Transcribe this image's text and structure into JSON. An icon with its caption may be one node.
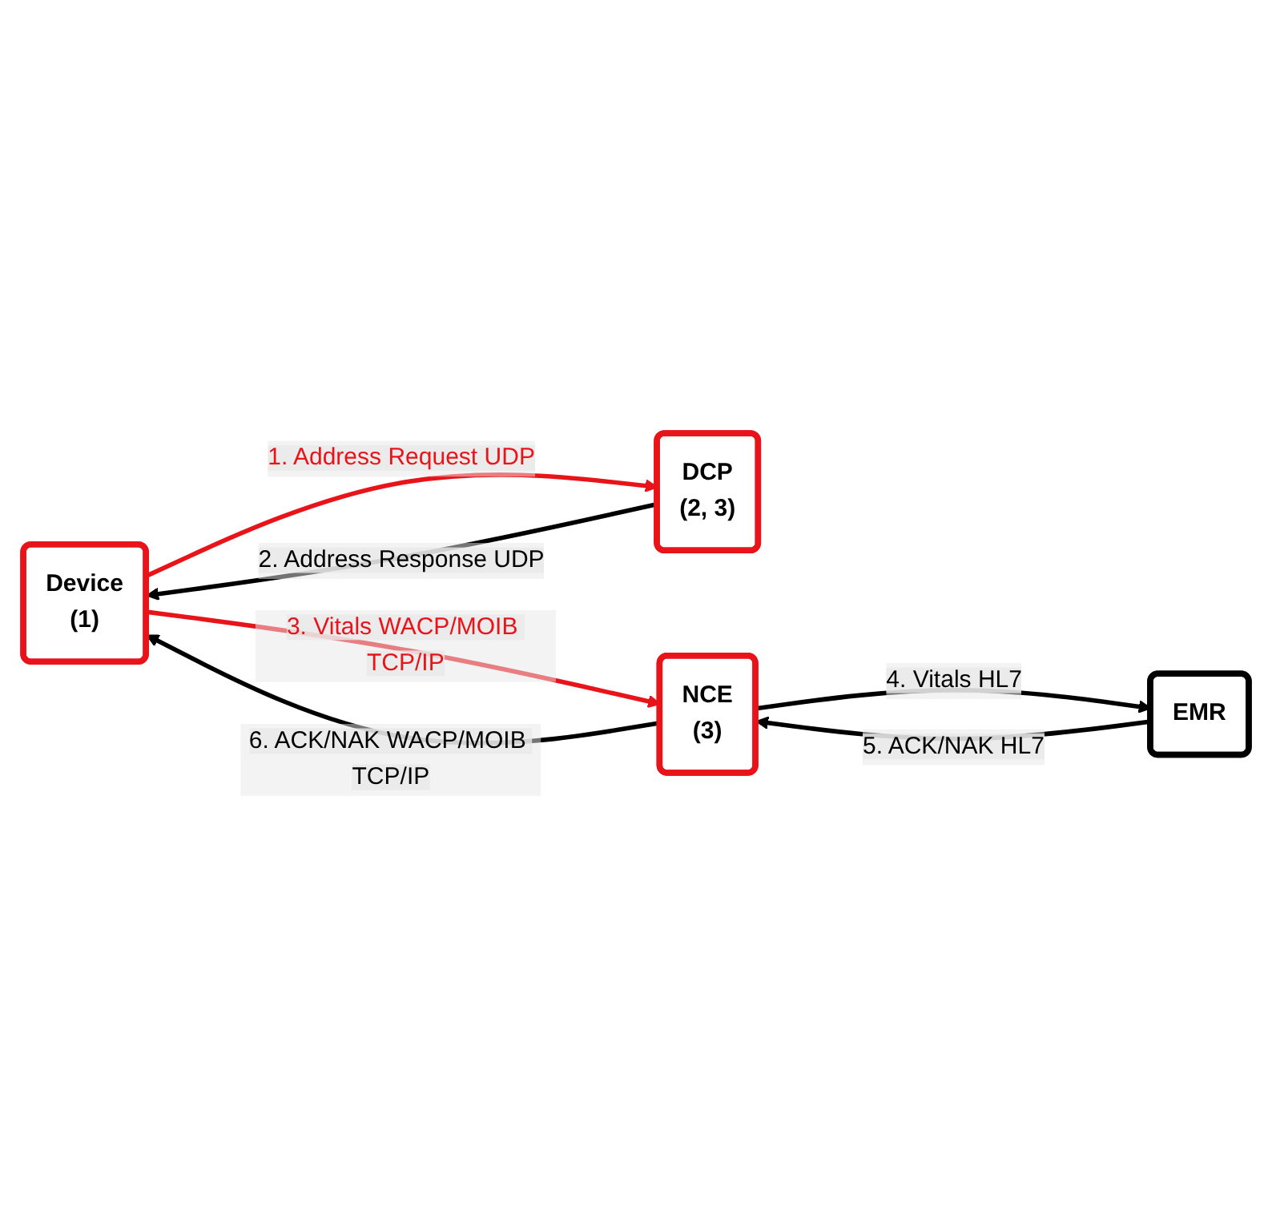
{
  "diagram": {
    "nodes": [
      {
        "text": [
          "Device",
          "(1)"
        ]
      },
      {
        "text": [
          "DCP",
          "(2, 3)"
        ]
      },
      {
        "text": [
          "NCE",
          "(3)"
        ]
      },
      {
        "text": [
          "EMR"
        ]
      }
    ],
    "edges": [
      {
        "from": 0,
        "to": 1,
        "arrow": "to",
        "label": "1. Address Request UDP",
        "color": "#e8141a"
      },
      {
        "from": 1,
        "to": 0,
        "arrow": "to",
        "label": "2. Address Response UDP"
      },
      {
        "from": 0,
        "to": 2,
        "arrow": "to",
        "label": "3. Vitals WACP/MOIB TCP/IP",
        "color": "#e8141a"
      },
      {
        "from": 2,
        "to": 3,
        "arrow": "to",
        "label": "4. Vitals HL7"
      },
      {
        "from": 3,
        "to": 2,
        "arrow": "to",
        "label": "5. ACK/NAK HL7"
      },
      {
        "from": 2,
        "to": 0,
        "arrow": "to",
        "label": "6. ACK/NAK WACP/MOIB TCP/IP"
      }
    ]
  }
}
